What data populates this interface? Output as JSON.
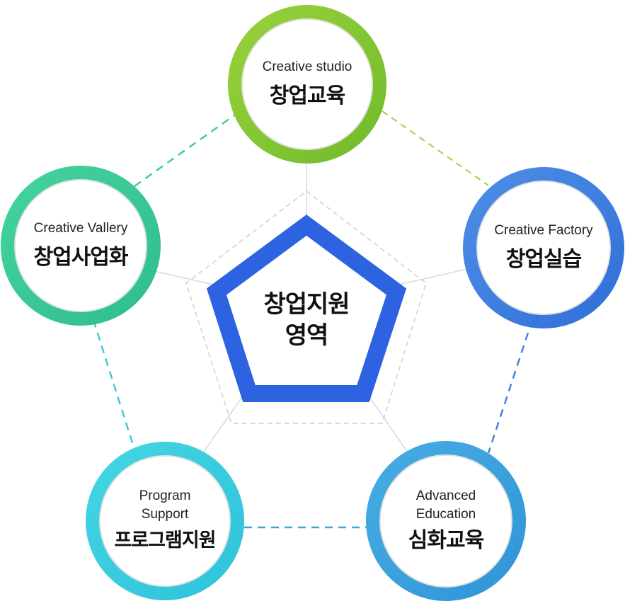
{
  "center": {
    "line1": "창업지원",
    "line2": "영역"
  },
  "nodes": {
    "top": {
      "en": "Creative studio",
      "ko": "창업교육",
      "color": "#8cc63f"
    },
    "right": {
      "en": "Creative Factory",
      "ko": "창업실습",
      "color": "#3f7fe0"
    },
    "bottom_right": {
      "en": "Advanced\nEducation",
      "ko": "심화교육",
      "color": "#3a9fdc"
    },
    "bottom_left": {
      "en": "Program\nSupport",
      "ko": "프로그램지원",
      "color": "#3ccfe0"
    },
    "left": {
      "en": "Creative Vallery",
      "ko": "창업사업화",
      "color": "#3cc99a"
    }
  },
  "colors": {
    "pentagon": "#2d63e0",
    "radial_lines": "#d9d9d9",
    "inner_dashed": "#cfcfcf"
  }
}
